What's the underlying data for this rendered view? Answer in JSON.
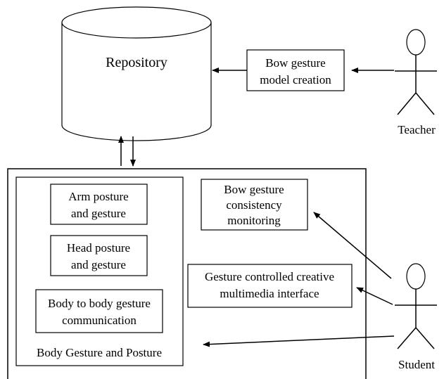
{
  "repository": {
    "label": "Repository"
  },
  "teacher": {
    "label": "Teacher"
  },
  "student": {
    "label": "Student"
  },
  "model_creation": {
    "line1": "Bow gesture",
    "line2": "model creation"
  },
  "consistency_monitoring": {
    "line1": "Bow gesture",
    "line2": "consistency",
    "line3": "monitoring"
  },
  "multimedia_interface": {
    "line1": "Gesture controlled creative",
    "line2": "multimedia interface"
  },
  "body_gesture_group": {
    "label": "Body Gesture and Posture",
    "arm": {
      "line1": "Arm posture",
      "line2": "and gesture"
    },
    "head": {
      "line1": "Head posture",
      "line2": "and gesture"
    },
    "body_to_body": {
      "line1": "Body to body gesture",
      "line2": "communication"
    }
  }
}
